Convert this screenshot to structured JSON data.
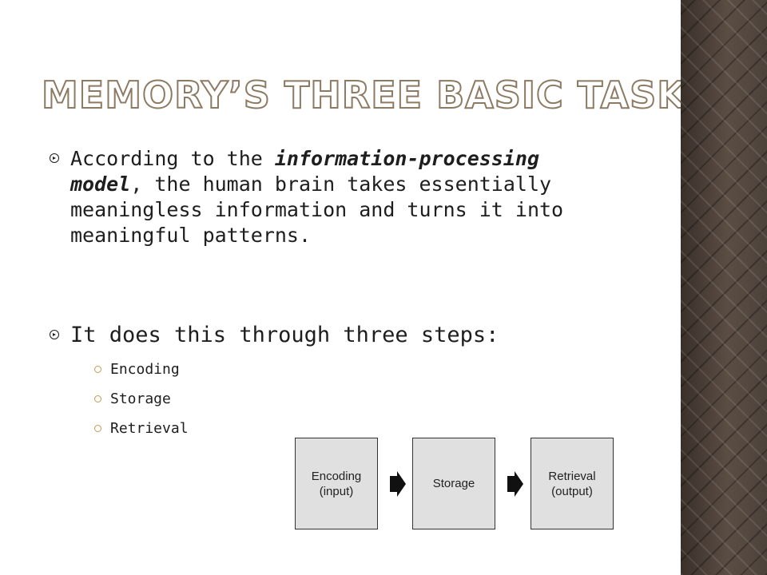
{
  "slide": {
    "title": "Memory’s Three Basic Tasks",
    "bullets": [
      {
        "before": "According to the ",
        "emphasis": "information-processing model",
        "after": ", the human brain takes essentially meaningless information and turns it into meaningful patterns."
      },
      {
        "text": "It does this through three steps:"
      }
    ],
    "sub_items": [
      "Encoding",
      "Storage",
      "Retrieval"
    ],
    "diagram": {
      "boxes": [
        "Encoding\n(input)",
        "Storage",
        "Retrieval\n(output)"
      ]
    }
  },
  "colors": {
    "title_outline": "#8d7a62",
    "sub_bullet_ring": "#c49a52",
    "box_fill": "#e0e0e0",
    "side_panel": "#4a3f37"
  }
}
